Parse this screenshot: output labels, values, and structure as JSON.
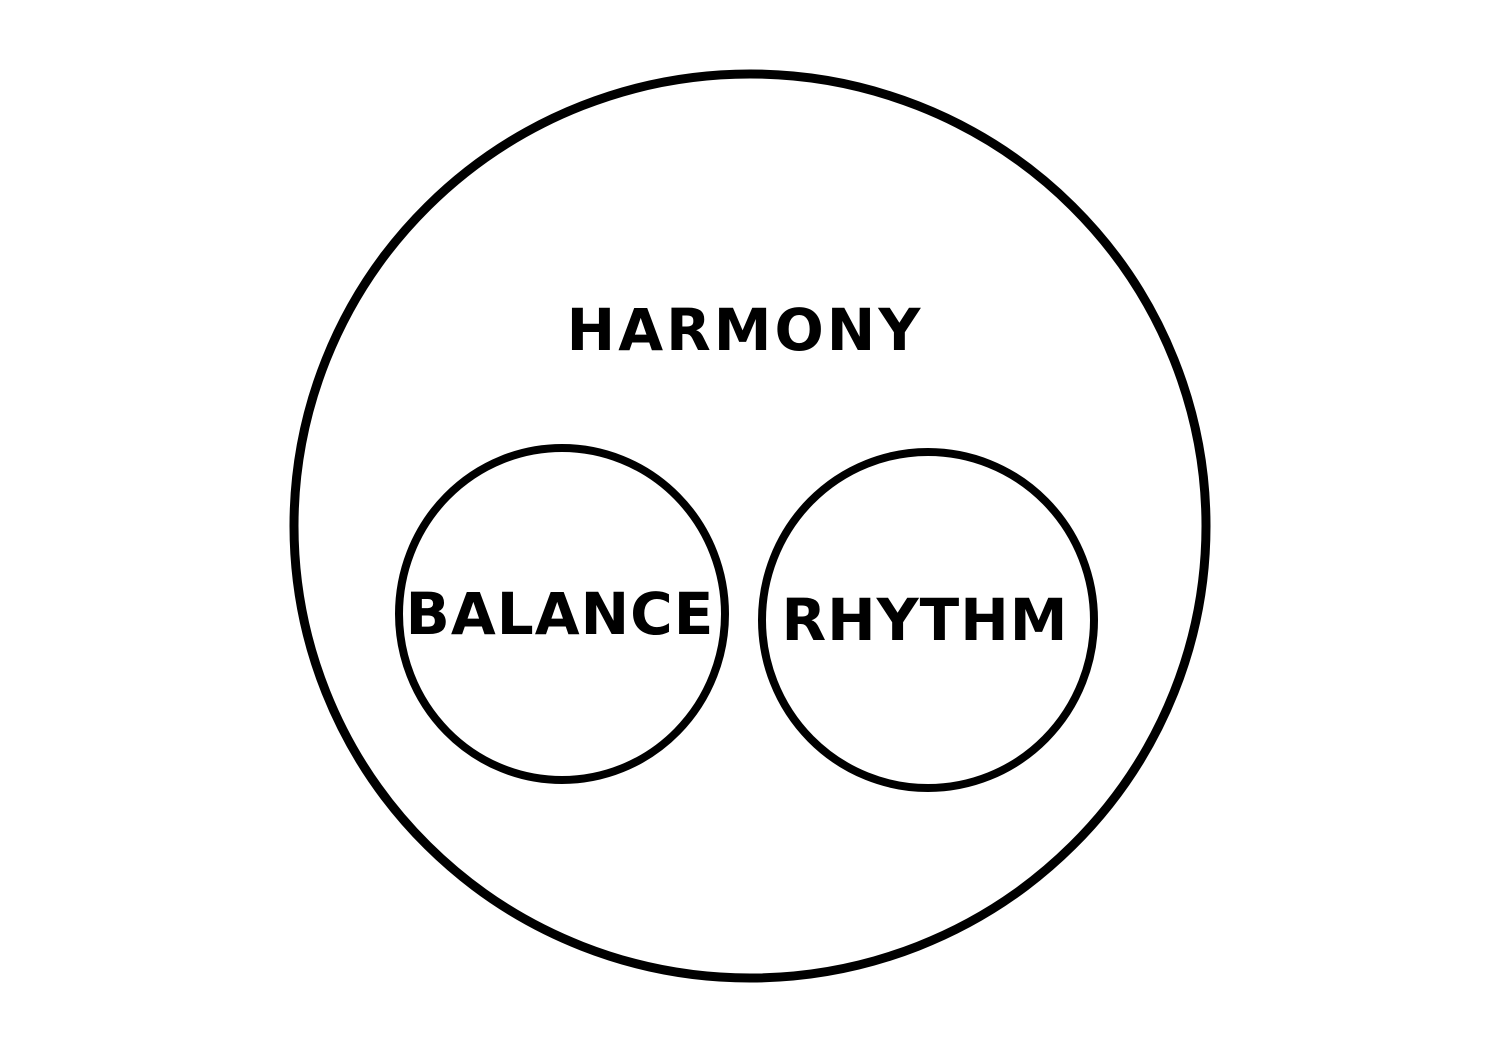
{
  "diagram": {
    "outer_label": "HARMONY",
    "left_label": "BALANCE",
    "right_label": "RHYTHM",
    "line_color": "#000000",
    "background_color": "#ffffff"
  }
}
